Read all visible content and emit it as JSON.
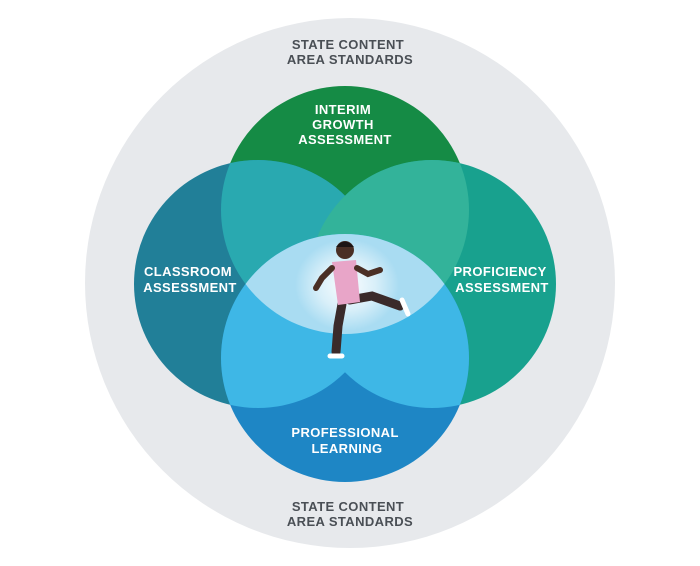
{
  "diagram": {
    "outer_label_top": [
      "STATE CONTENT",
      "AREA STANDARDS"
    ],
    "outer_label_bottom": [
      "STATE CONTENT",
      "AREA STANDARDS"
    ],
    "circles": {
      "top": [
        "INTERIM",
        "GROWTH",
        "ASSESSMENT"
      ],
      "left": [
        "CLASSROOM",
        "ASSESSMENT"
      ],
      "right": [
        "PROFICIENCY",
        "ASSESSMENT"
      ],
      "bottom": [
        "PROFESSIONAL",
        "LEARNING"
      ]
    }
  },
  "colors": {
    "outer_ring": "#e7e9ec",
    "top_circle": "#158b45",
    "left_circle": "#217f98",
    "right_circle": "#18a18e",
    "bottom_circle": "#1e86c5",
    "overlap_top_left": "#29a9b0",
    "overlap_top_right": "#33b39a",
    "overlap_left_bottom": "#3eb7e6",
    "overlap_right_bottom": "#3eb7e6",
    "overlap_center": "#a9dcf2",
    "center_glow": "#ffffff"
  }
}
